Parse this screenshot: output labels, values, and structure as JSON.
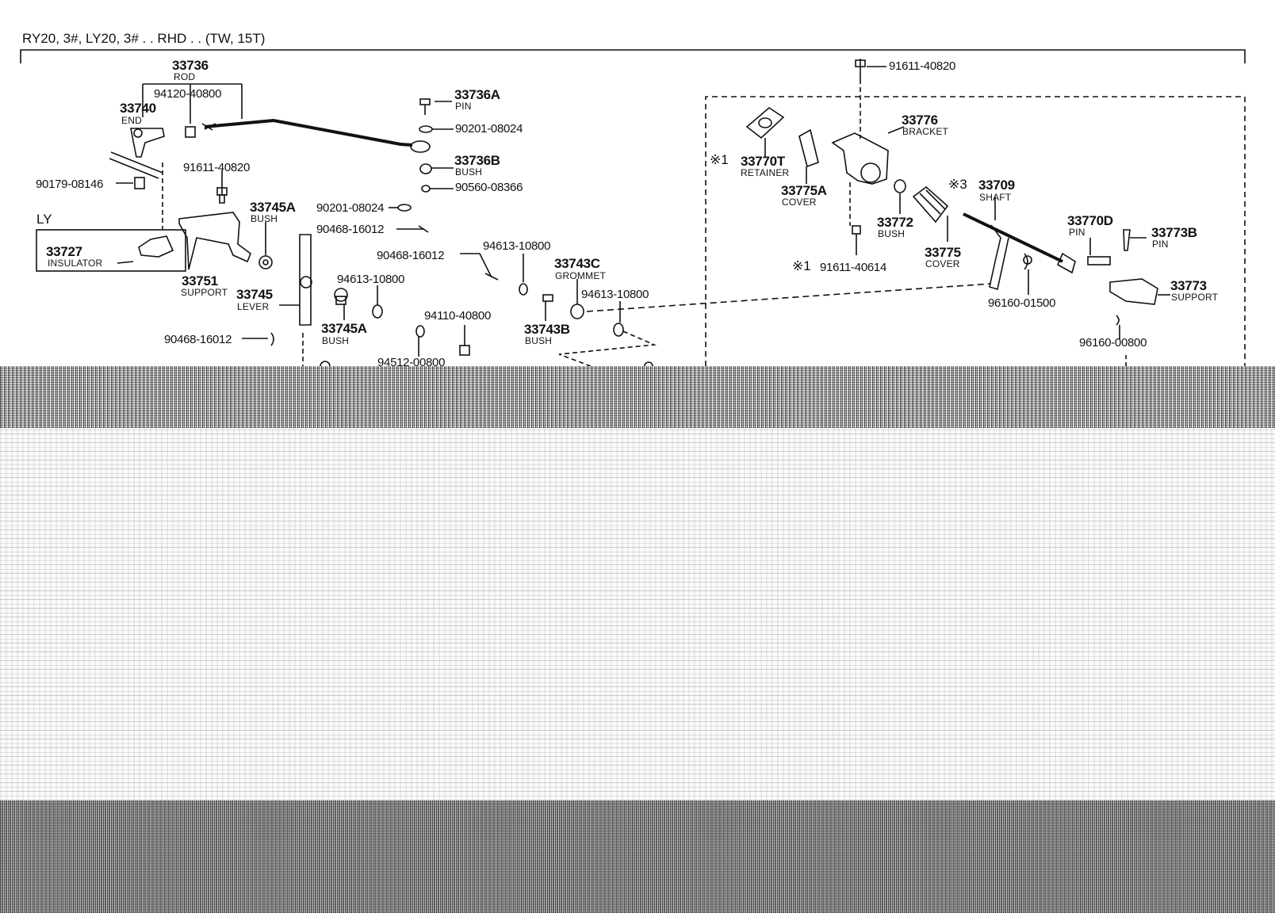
{
  "header": {
    "title": "RY20, 3#, LY20, 3# . . RHD . . (TW, 15T)"
  },
  "variant": {
    "label": "LY"
  },
  "parts": {
    "p33736": {
      "number": "33736",
      "name": "ROD"
    },
    "p94120": {
      "number": "94120-40800"
    },
    "p33740": {
      "number": "33740",
      "name": "END"
    },
    "p90179": {
      "number": "90179-08146"
    },
    "p91611a": {
      "number": "91611-40820"
    },
    "p33745a1": {
      "number": "33745A",
      "name": "BUSH"
    },
    "p33727": {
      "number": "33727",
      "name": "INSULATOR"
    },
    "p33751": {
      "number": "33751",
      "name": "SUPPORT"
    },
    "p33745": {
      "number": "33745",
      "name": "LEVER"
    },
    "p90468a": {
      "number": "90468-16012"
    },
    "p33745a2": {
      "number": "33745A",
      "name": "BUSH"
    },
    "p94613a": {
      "number": "94613-10800"
    },
    "p94512": {
      "number": "94512-00800"
    },
    "p33736a": {
      "number": "33736A",
      "name": "PIN"
    },
    "p90201a": {
      "number": "90201-08024"
    },
    "p33736b": {
      "number": "33736B",
      "name": "BUSH"
    },
    "p90560": {
      "number": "90560-08366"
    },
    "p90201b": {
      "number": "90201-08024"
    },
    "p90468b": {
      "number": "90468-16012"
    },
    "p90468c": {
      "number": "90468-16012"
    },
    "p94613b": {
      "number": "94613-10800"
    },
    "p94110": {
      "number": "94110-40800"
    },
    "p33743c": {
      "number": "33743C",
      "name": "GROMMET"
    },
    "p94613c": {
      "number": "94613-10800"
    },
    "p33743b": {
      "number": "33743B",
      "name": "BUSH"
    },
    "p91611b": {
      "number": "91611-40820"
    },
    "p33776": {
      "number": "33776",
      "name": "BRACKET"
    },
    "p33770t": {
      "number": "33770T",
      "name": "RETAINER",
      "mark": "※1"
    },
    "p33775a": {
      "number": "33775A",
      "name": "COVER"
    },
    "p33709": {
      "number": "33709",
      "name": "SHAFT",
      "mark": "※3"
    },
    "p33772": {
      "number": "33772",
      "name": "BUSH"
    },
    "p33775": {
      "number": "33775",
      "name": "COVER"
    },
    "p91611c": {
      "number": "91611-40614",
      "mark": "※1"
    },
    "p33770d": {
      "number": "33770D",
      "name": "PIN"
    },
    "p33773b": {
      "number": "33773B",
      "name": "PIN"
    },
    "p33773": {
      "number": "33773",
      "name": "SUPPORT"
    },
    "p96160a": {
      "number": "96160-01500"
    },
    "p96160b": {
      "number": "96160-00800"
    }
  }
}
